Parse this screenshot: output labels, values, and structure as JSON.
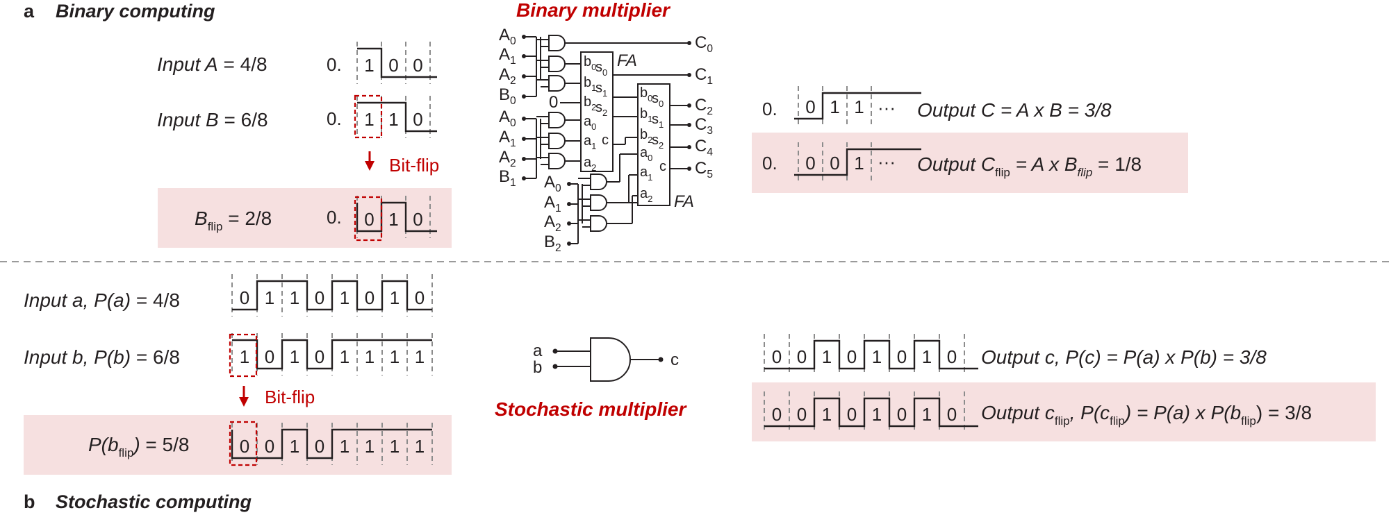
{
  "panel_a": {
    "letter": "a",
    "title": "Binary computing",
    "input_a": {
      "label": "Input A",
      "value": "= 4/8",
      "prefix": "0.",
      "bits": [
        "1",
        "0",
        "0"
      ]
    },
    "input_b": {
      "label": "Input B",
      "value": "= 6/8",
      "prefix": "0.",
      "bits": [
        "1",
        "1",
        "0"
      ]
    },
    "bitflip_label": "Bit-flip",
    "b_flip": {
      "label": "B",
      "sub": "flip",
      "value": "= 2/8",
      "prefix": "0.",
      "bits": [
        "0",
        "1",
        "0"
      ]
    },
    "output_c": {
      "prefix": "0.",
      "bits": [
        "0",
        "1",
        "1"
      ],
      "ellipsis": "···",
      "label": "Output C = A x B = 3/8"
    },
    "output_cflip": {
      "prefix": "0.",
      "bits": [
        "0",
        "0",
        "1"
      ],
      "ellipsis": "···",
      "label_pre": "Output C",
      "label_sub1": "flip",
      "label_mid": " = A x B",
      "label_sub2": "flip",
      "label_post": " = 1/8"
    }
  },
  "binary_multiplier": {
    "title": "Binary multiplier",
    "fa_label": "FA",
    "inputs_group1": [
      [
        "A",
        "0"
      ],
      [
        "A",
        "1"
      ],
      [
        "A",
        "2"
      ],
      [
        "B",
        "0"
      ]
    ],
    "zero": "0",
    "inputs_group2": [
      [
        "A",
        "0"
      ],
      [
        "A",
        "1"
      ],
      [
        "A",
        "2"
      ],
      [
        "B",
        "1"
      ]
    ],
    "inputs_group3": [
      [
        "A",
        "0"
      ],
      [
        "A",
        "1"
      ],
      [
        "A",
        "2"
      ],
      [
        "B",
        "2"
      ]
    ],
    "fa1_pins": [
      [
        "b",
        "0"
      ],
      [
        "s",
        "0"
      ],
      [
        "b",
        "1"
      ],
      [
        "s",
        "1"
      ],
      [
        "b",
        "2"
      ],
      [
        "s",
        "2"
      ],
      [
        "a",
        "0"
      ],
      [
        "a",
        "1"
      ],
      [
        "c",
        ""
      ],
      [
        "a",
        "2"
      ]
    ],
    "fa2_pins": [
      [
        "b",
        "0"
      ],
      [
        "s",
        "0"
      ],
      [
        "b",
        "1"
      ],
      [
        "s",
        "1"
      ],
      [
        "b",
        "2"
      ],
      [
        "s",
        "2"
      ],
      [
        "a",
        "0"
      ],
      [
        "c",
        ""
      ],
      [
        "a",
        "1"
      ],
      [
        "a",
        "2"
      ]
    ],
    "outputs": [
      [
        "C",
        "0"
      ],
      [
        "C",
        "1"
      ],
      [
        "C",
        "2"
      ],
      [
        "C",
        "3"
      ],
      [
        "C",
        "4"
      ],
      [
        "C",
        "5"
      ]
    ]
  },
  "panel_b": {
    "letter": "b",
    "title": "Stochastic computing",
    "input_a": {
      "label": "Input a, P(a)",
      "value": "= 4/8",
      "bits": [
        "0",
        "1",
        "1",
        "0",
        "1",
        "0",
        "1",
        "0"
      ]
    },
    "input_b": {
      "label": "Input b, P(b)",
      "value": "= 6/8",
      "bits": [
        "1",
        "0",
        "1",
        "0",
        "1",
        "1",
        "1",
        "1"
      ]
    },
    "bitflip_label": "Bit-flip",
    "b_flip": {
      "label_pre": "P(b",
      "sub": "flip",
      "label_post": ")",
      "value": "= 5/8",
      "bits": [
        "0",
        "0",
        "1",
        "0",
        "1",
        "1",
        "1",
        "1"
      ]
    },
    "output_c": {
      "bits": [
        "0",
        "0",
        "1",
        "0",
        "1",
        "0",
        "1",
        "0"
      ],
      "label": "Output c, P(c) = P(a) x P(b) = 3/8"
    },
    "output_cflip": {
      "bits": [
        "0",
        "0",
        "1",
        "0",
        "1",
        "0",
        "1",
        "0"
      ],
      "label_pre": "Output c",
      "sub1": "flip",
      "label_mid1": ", P(c",
      "sub2": "flip",
      "label_mid2": ") = P(a) x P(b",
      "sub3": "flip",
      "label_post": ") = 3/8"
    }
  },
  "stochastic_multiplier": {
    "title": "Stochastic multiplier",
    "in_a": "a",
    "in_b": "b",
    "out_c": "c"
  },
  "colors": {
    "accent_red": "#c00000",
    "highlight": "#f6e0e0",
    "ink": "#231f20",
    "dash": "#8c8c8c"
  }
}
